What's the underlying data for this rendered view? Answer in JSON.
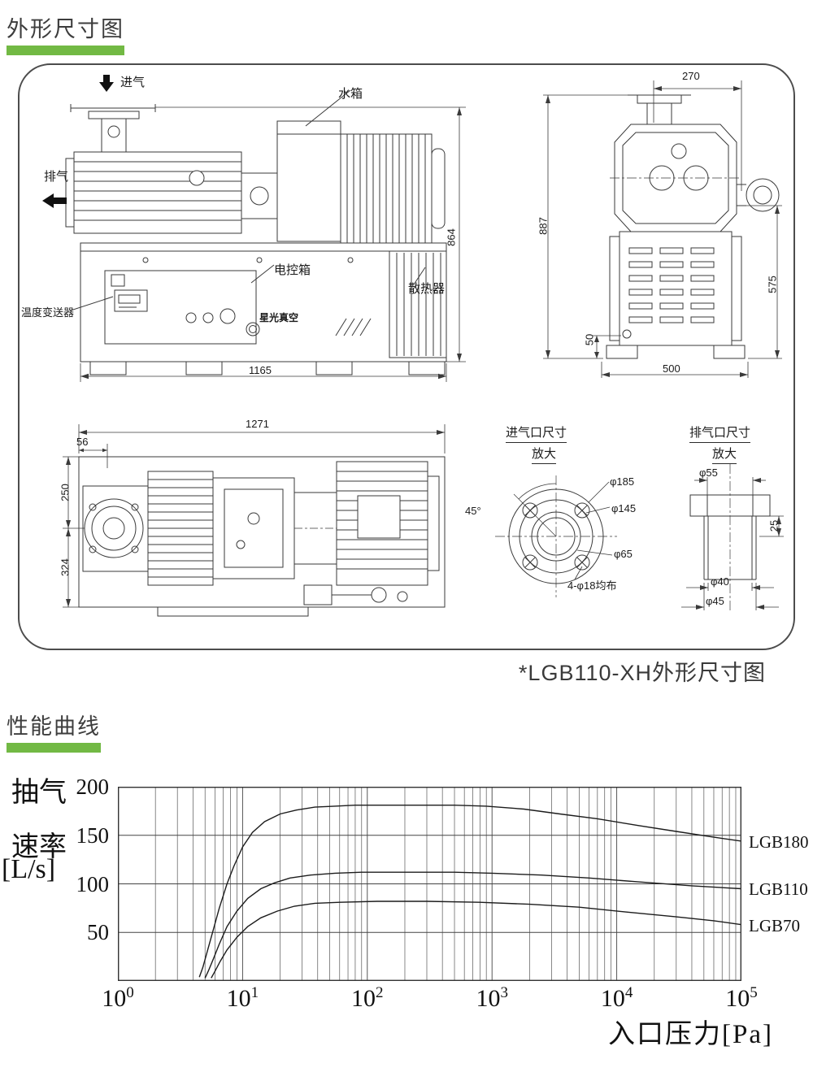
{
  "colors": {
    "accent_green": "#72b944",
    "line": "#3a3a3a",
    "text": "#222222"
  },
  "sections": {
    "dimensions_title": "外形尺寸图",
    "performance_title": "性能曲线",
    "figure_caption": "*LGB110-XH外形尺寸图"
  },
  "front_view": {
    "inlet_label": "进气",
    "exhaust_label": "排气",
    "water_tank_label": "水箱",
    "control_box_label": "电控箱",
    "radiator_label": "散热器",
    "temp_transmitter_label": "温度变送器",
    "brand_label": "星光真空",
    "dim_height": "864",
    "dim_length": "1165"
  },
  "side_view": {
    "dim_top": "270",
    "dim_height": "887",
    "dim_body_height": "575",
    "dim_foot": "50",
    "dim_width": "500"
  },
  "top_view": {
    "dim_length": "1271",
    "dim_offset": "56",
    "dim_width_front": "250",
    "dim_width_rear": "324"
  },
  "inlet_detail": {
    "title": "进气口尺寸",
    "subtitle": "放大",
    "angle_label": "45°",
    "dia_flange": "φ185",
    "dia_bolt_circle": "φ145",
    "dia_bore": "φ65",
    "bolt_note": "4-φ18均布"
  },
  "outlet_detail": {
    "title": "排气口尺寸",
    "subtitle": "放大",
    "dia_top": "φ55",
    "depth": "25",
    "dia_inner": "φ40",
    "dia_outer": "φ45"
  },
  "chart_data": {
    "type": "line",
    "ylabel_lines": [
      "抽气",
      "速率",
      "[L/s]"
    ],
    "xlabel": "入口压力[Pa]",
    "x_scale": "log",
    "xlog_range": [
      0,
      5
    ],
    "ylim": [
      0,
      200
    ],
    "y_ticks": [
      50,
      100,
      150,
      200
    ],
    "y_grid": [
      50,
      100,
      150
    ],
    "x_tick_exponents": [
      0,
      1,
      2,
      3,
      4,
      5
    ],
    "legend_position": "right-outside",
    "series": [
      {
        "name": "LGB180",
        "points": [
          [
            4.5,
            4
          ],
          [
            4.8,
            14
          ],
          [
            5.2,
            30
          ],
          [
            5.8,
            52
          ],
          [
            6.5,
            75
          ],
          [
            7.5,
            100
          ],
          [
            8.5,
            118
          ],
          [
            10,
            138
          ],
          [
            12,
            153
          ],
          [
            15,
            164
          ],
          [
            20,
            172
          ],
          [
            27,
            176
          ],
          [
            38,
            179
          ],
          [
            55,
            180
          ],
          [
            80,
            181
          ],
          [
            120,
            181
          ],
          [
            250,
            181
          ],
          [
            500,
            181
          ],
          [
            900,
            180
          ],
          [
            1800,
            177
          ],
          [
            3500,
            172
          ],
          [
            7000,
            167
          ],
          [
            15000,
            160
          ],
          [
            30000,
            154
          ],
          [
            60000,
            148
          ],
          [
            100000,
            144
          ]
        ]
      },
      {
        "name": "LGB110",
        "points": [
          [
            5,
            3
          ],
          [
            5.3,
            10
          ],
          [
            5.8,
            22
          ],
          [
            6.5,
            38
          ],
          [
            7.5,
            56
          ],
          [
            9,
            72
          ],
          [
            11,
            85
          ],
          [
            14,
            95
          ],
          [
            18,
            101
          ],
          [
            24,
            106
          ],
          [
            35,
            109
          ],
          [
            55,
            111
          ],
          [
            90,
            112
          ],
          [
            200,
            112
          ],
          [
            500,
            112
          ],
          [
            1000,
            111
          ],
          [
            2500,
            109
          ],
          [
            6000,
            106
          ],
          [
            15000,
            102
          ],
          [
            40000,
            98
          ],
          [
            100000,
            95
          ]
        ]
      },
      {
        "name": "LGB70",
        "points": [
          [
            5.6,
            3
          ],
          [
            6,
            10
          ],
          [
            6.6,
            20
          ],
          [
            7.5,
            32
          ],
          [
            9,
            45
          ],
          [
            11,
            56
          ],
          [
            14,
            65
          ],
          [
            19,
            72
          ],
          [
            26,
            77
          ],
          [
            38,
            80
          ],
          [
            60,
            81
          ],
          [
            120,
            82
          ],
          [
            300,
            82
          ],
          [
            800,
            81
          ],
          [
            2000,
            79
          ],
          [
            5000,
            76
          ],
          [
            12000,
            71
          ],
          [
            30000,
            66
          ],
          [
            60000,
            62
          ],
          [
            100000,
            58
          ]
        ]
      }
    ]
  }
}
